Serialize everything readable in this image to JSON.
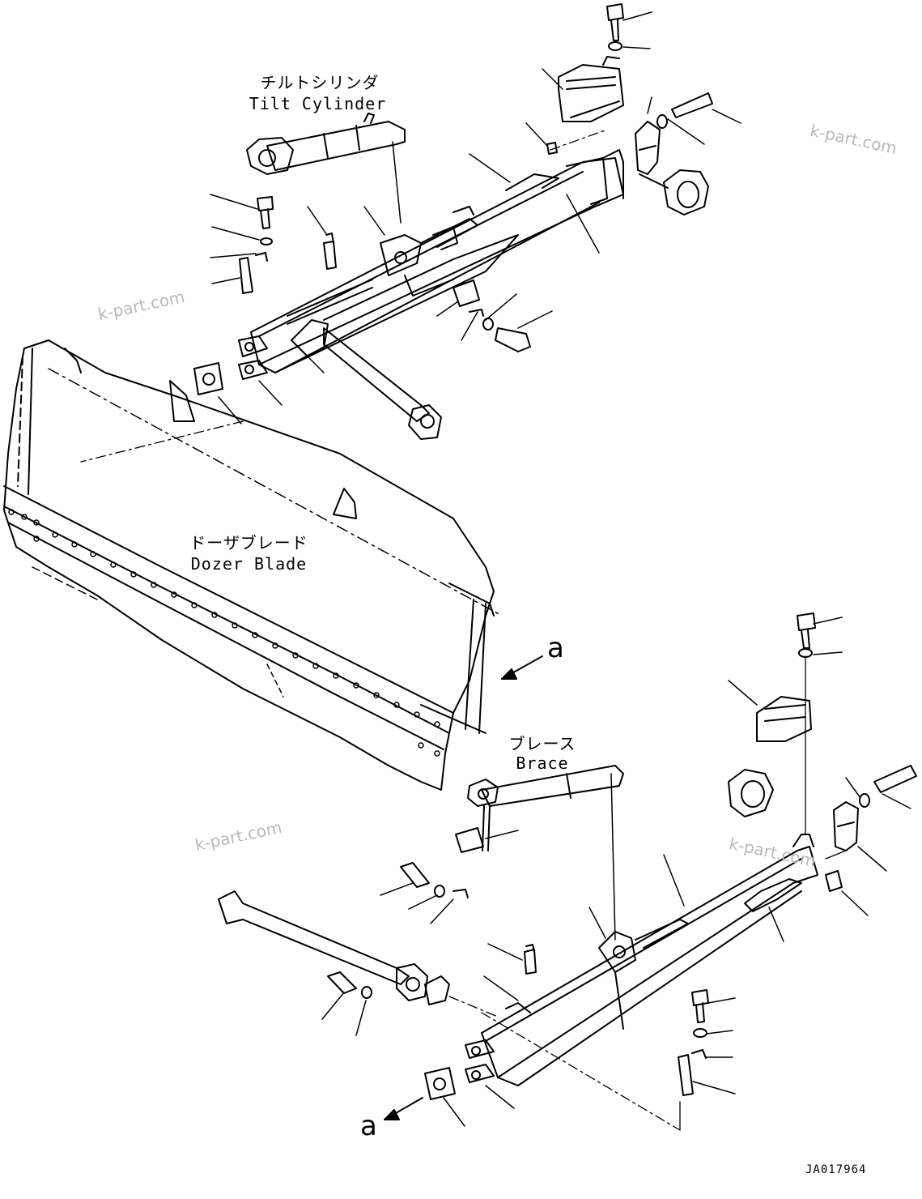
{
  "labels": {
    "tilt_cylinder_jp": "チルトシリンダ",
    "tilt_cylinder_en": "Tilt Cylinder",
    "dozer_blade_jp": "ドーザブレード",
    "dozer_blade_en": "Dozer Blade",
    "brace_jp": "ブレース",
    "brace_en": "Brace",
    "ref_a": "a",
    "drawing_code": "JA017964"
  },
  "watermarks": [
    "k-part.com",
    "k-part.com",
    "k-part.com",
    "k-part.com"
  ]
}
